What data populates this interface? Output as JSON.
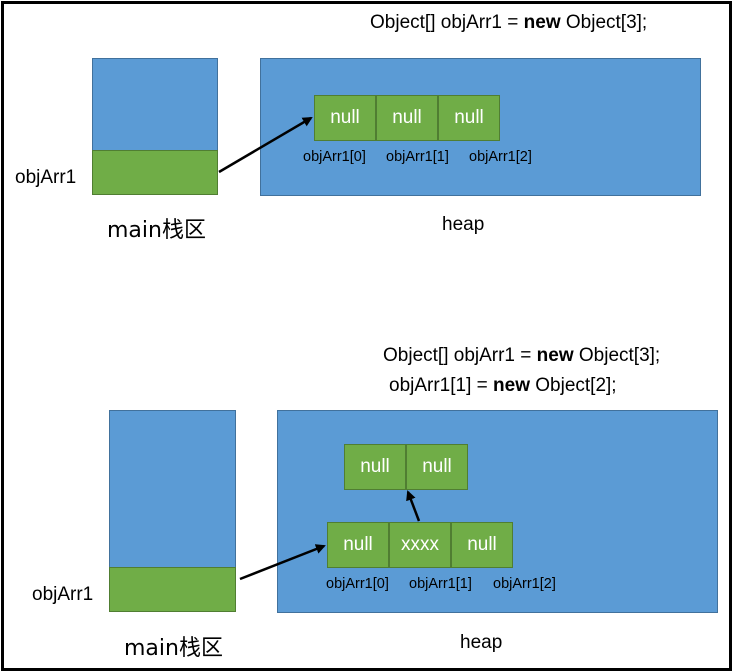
{
  "diagram1": {
    "code_line1": {
      "type": "Object[] objArr1 = ",
      "keyword": "new",
      "rest": " Object[3];"
    },
    "stack_label": "main栈区",
    "variable_label": "objArr1",
    "heap_label": "heap",
    "cells": [
      "null",
      "null",
      "null"
    ],
    "index_labels": [
      "objArr1[0]",
      "objArr1[1]",
      "objArr1[2]"
    ]
  },
  "diagram2": {
    "code_line1": {
      "type": "Object[] objArr1 = ",
      "keyword": "new",
      "rest": " Object[3];"
    },
    "code_line2": {
      "type": "objArr1[1] = ",
      "keyword": "new",
      "rest": " Object[2];"
    },
    "stack_label": "main栈区",
    "variable_label": "objArr1",
    "heap_label": "heap",
    "cells": [
      "null",
      "xxxx",
      "null"
    ],
    "index_labels": [
      "objArr1[0]",
      "objArr1[1]",
      "objArr1[2]"
    ],
    "sub_cells": [
      "null",
      "null"
    ]
  },
  "colors": {
    "stack_fill": "#5b9bd5",
    "slot_fill": "#70ad47",
    "heap_fill": "#5b9bd5",
    "cell_fill": "#70ad47",
    "arrow": "#000000"
  }
}
